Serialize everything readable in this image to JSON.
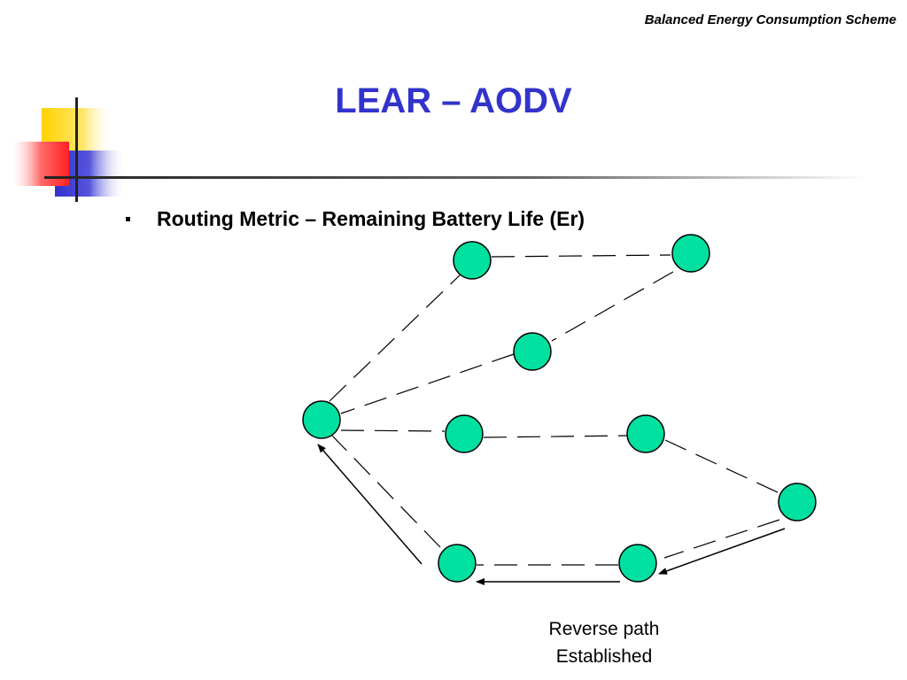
{
  "header": {
    "caption": "Balanced Energy Consumption Scheme"
  },
  "title": "LEAR – AODV",
  "bullets": [
    {
      "text": "Routing Metric – Remaining Battery Life (Er)"
    }
  ],
  "diagram": {
    "node_color": "#00e0a0",
    "edge_style": "dashed",
    "caption_lines": [
      "Reverse path",
      "Established"
    ]
  },
  "colors": {
    "title": "#3333cc",
    "deco_yellow": "#ffd700",
    "deco_blue": "#3333cc",
    "deco_red": "#ff3333"
  }
}
